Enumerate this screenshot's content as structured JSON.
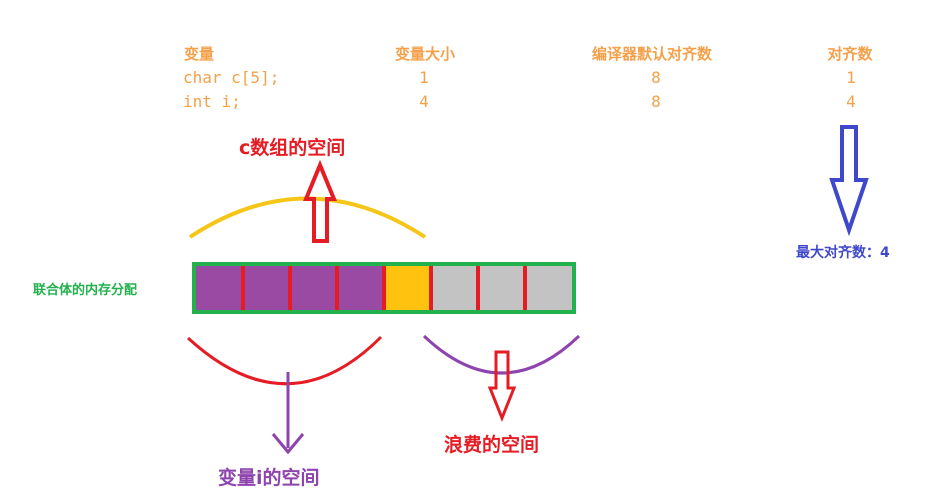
{
  "table": {
    "headers": [
      "变量",
      "变量大小",
      "编译器默认对齐数",
      "对齐数"
    ],
    "rows": [
      [
        "char c[5];",
        "1",
        "8",
        "1"
      ],
      [
        "int i;",
        "4",
        "8",
        "4"
      ]
    ]
  },
  "labels": {
    "array_space": "c数组的空间",
    "memory_layout": "联合体的内存分配",
    "var_i_space": "变量i的空间",
    "wasted_space": "浪费的空间",
    "max_align": "最大对齐数：4"
  },
  "memory_cells": [
    {
      "kind": "array",
      "color": "#9b4aa3"
    },
    {
      "kind": "array",
      "color": "#9b4aa3"
    },
    {
      "kind": "array",
      "color": "#9b4aa3"
    },
    {
      "kind": "array",
      "color": "#9b4aa3"
    },
    {
      "kind": "array",
      "color": "#ffc20e"
    },
    {
      "kind": "waste",
      "color": "#c3c3c3"
    },
    {
      "kind": "waste",
      "color": "#c3c3c3"
    },
    {
      "kind": "waste",
      "color": "#c3c3c3"
    }
  ],
  "colors": {
    "table_text": "#f5a04a",
    "red": "#e61c24",
    "purple": "#8e44ad",
    "blue": "#3f48cc",
    "green": "#22b14c",
    "yellow_arc": "#f5c518"
  }
}
